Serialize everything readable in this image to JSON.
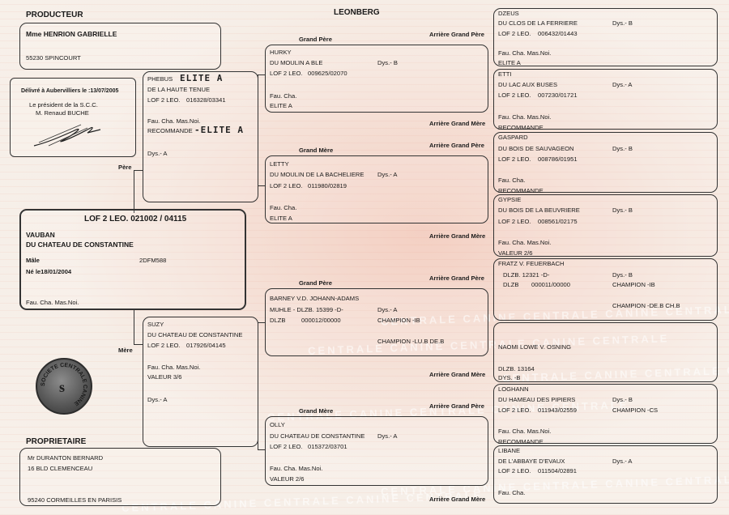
{
  "breed": "LEONBERG",
  "producer": {
    "heading": "PRODUCTEUR",
    "name": "Mme HENRION GABRIELLE",
    "city": "55230 SPINCOURT"
  },
  "delivered": {
    "date_line": "Délivré à Aubervilliers le :13/07/2005",
    "president_title": "Le président de la S.C.C.",
    "president_name": "M. Renaud BUCHE"
  },
  "labels": {
    "pere": "Père",
    "mere": "Mère",
    "grand_pere": "Grand Père",
    "grand_mere": "Grand Mère",
    "arriere_grand_pere": "Arrière Grand Père",
    "arriere_grand_mere": "Arrière Grand Mère"
  },
  "subject": {
    "lof": "LOF 2 LEO. 021002 / 04115",
    "name1": "VAUBAN",
    "name2": "DU CHATEAU DE CONSTANTINE",
    "sex": "Mâle",
    "id_code": "2DFM588",
    "born": "Né le18/01/2004",
    "colors": "Fau. Cha. Mas.Noi."
  },
  "father": {
    "name": "PHEBUS",
    "annotation": "ELITE A",
    "affix": "DE LA HAUTE TENUE",
    "lof": "LOF 2 LEO.",
    "number": "016328/03341",
    "colors": "Fau. Cha. Mas.Noi.",
    "status": "RECOMMANDE",
    "status_annotation": "-ELITE A",
    "dys": "Dys.- A"
  },
  "mother": {
    "name": "SUZY",
    "affix": "DU CHATEAU DE CONSTANTINE",
    "lof": "LOF 2 LEO.",
    "number": "017926/04145",
    "colors": "Fau. Cha. Mas.Noi.",
    "value": "VALEUR 3/6",
    "dys": "Dys.- A"
  },
  "gf_paternal": {
    "name": "HURKY",
    "affix": "DU MOULIN A BLE",
    "dys": "Dys.- B",
    "lof": "LOF 2 LEO.",
    "number": "009625/02070",
    "colors": "Fau. Cha.",
    "status": "ELITE A"
  },
  "gm_paternal": {
    "name": "LETTY",
    "affix": "DU MOULIN DE LA BACHELIERE",
    "dys": "Dys.- A",
    "lof": "LOF 2 LEO.",
    "number": "011980/02819",
    "colors": "Fau. Cha.",
    "status": "ELITE A"
  },
  "gf_maternal": {
    "name": "BARNEY V.D. JOHANN-ADAMS",
    "line2": "MUHLE - DLZB. 15399 -D-",
    "dys": "Dys.- A",
    "lof": "DLZB",
    "number": "000012/00000",
    "champion1": "CHAMPION -IB",
    "champion2": "CHAMPION -LU.B DE.B"
  },
  "gm_maternal": {
    "name": "OLLY",
    "affix": "DU CHATEAU DE CONSTANTINE",
    "dys": "Dys.- A",
    "lof": "LOF 2 LEO.",
    "number": "015372/03701",
    "colors": "Fau. Cha. Mas.Noi.",
    "value": "VALEUR 2/6"
  },
  "ggp": [
    {
      "name": "DZEUS",
      "affix": "DU CLOS DE LA FERRIERE",
      "dys": "Dys.- B",
      "lof": "LOF 2 LEO.",
      "number": "006432/01443",
      "colors": "Fau. Cha. Mas.Noi.",
      "status": "ELITE A"
    },
    {
      "name": "ETTI",
      "affix": "DU LAC AUX BUSES",
      "dys": "Dys.- A",
      "lof": "LOF 2 LEO.",
      "number": "007230/01721",
      "colors": "Fau. Cha. Mas.Noi.",
      "status": "RECOMMANDE"
    },
    {
      "name": "GASPARD",
      "affix": "DU BOIS DE SAUVAGEON",
      "dys": "Dys.- B",
      "lof": "LOF 2 LEO.",
      "number": "008786/01951",
      "colors": "Fau. Cha.",
      "status": "RECOMMANDE"
    },
    {
      "name": "GYPSIE",
      "affix": "DU BOIS DE LA BEUVRIERE",
      "dys": "Dys.- B",
      "lof": "LOF 2 LEO.",
      "number": "008561/02175",
      "colors": "Fau. Cha. Mas.Noi.",
      "status": "VALEUR 2/6"
    },
    {
      "name": "FRATZ V. FEUERBACH",
      "line2": "DLZB. 12321 -D-",
      "dys": "Dys.- B",
      "lof": "DLZB",
      "number": "000011/00000",
      "champion1": "CHAMPION -IB",
      "champion2": "CHAMPION -DE.B CH.B"
    },
    {
      "name": "NAOMI LOWE V. OSNING",
      "line2": "DLZB. 13164",
      "dys": "DYS. -B"
    },
    {
      "name": "LOGHANN",
      "affix": "DU HAMEAU DES PIPIERS",
      "dys": "Dys.- B",
      "lof": "LOF 2 LEO.",
      "number": "011943/02559",
      "champion1": "CHAMPION -CS",
      "colors": "Fau. Cha. Mas.Noi.",
      "status": "RECOMMANDE"
    },
    {
      "name": "LIBANE",
      "affix": "DE L'ABBAYE D'EVAUX",
      "dys": "Dys.- A",
      "lof": "LOF 2 LEO.",
      "number": "011504/02891",
      "colors": "Fau. Cha."
    }
  ],
  "owner": {
    "heading": "PROPRIETAIRE",
    "name": "Mr DURANTON BERNARD",
    "address": "16 BLD CLEMENCEAU",
    "city": "95240 CORMEILLES EN PARISIS"
  },
  "seal_text": "SOCIETE CENTRALE CANINE",
  "watermark_text": "CENTRALE CANINE CENTRALE CANINE CENTRALE"
}
